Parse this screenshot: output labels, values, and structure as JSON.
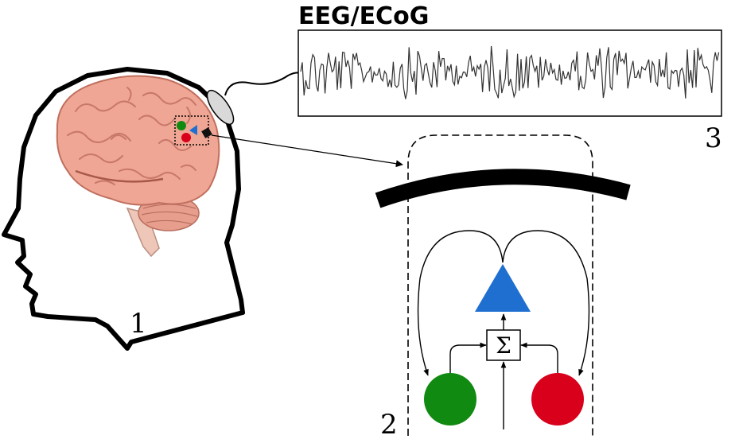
{
  "figure": {
    "signal_title": "EEG/ECoG",
    "labels": {
      "head": "1",
      "neural_mass": "2",
      "signal": "3"
    },
    "sum_symbol": "Σ"
  },
  "colors": {
    "excitatory": "#118a11",
    "inhibitory": "#d9001b",
    "pyramidal": "#1f6fd1",
    "brain": "#efa694",
    "brain_dark": "#c8786a",
    "cerebellum": "#e89e8c",
    "electrode": "#d9d9d9"
  },
  "icons": [
    "head-outline-icon",
    "brain-icon",
    "electrode-icon",
    "circle-icon",
    "triangle-icon",
    "sum-node-icon"
  ]
}
